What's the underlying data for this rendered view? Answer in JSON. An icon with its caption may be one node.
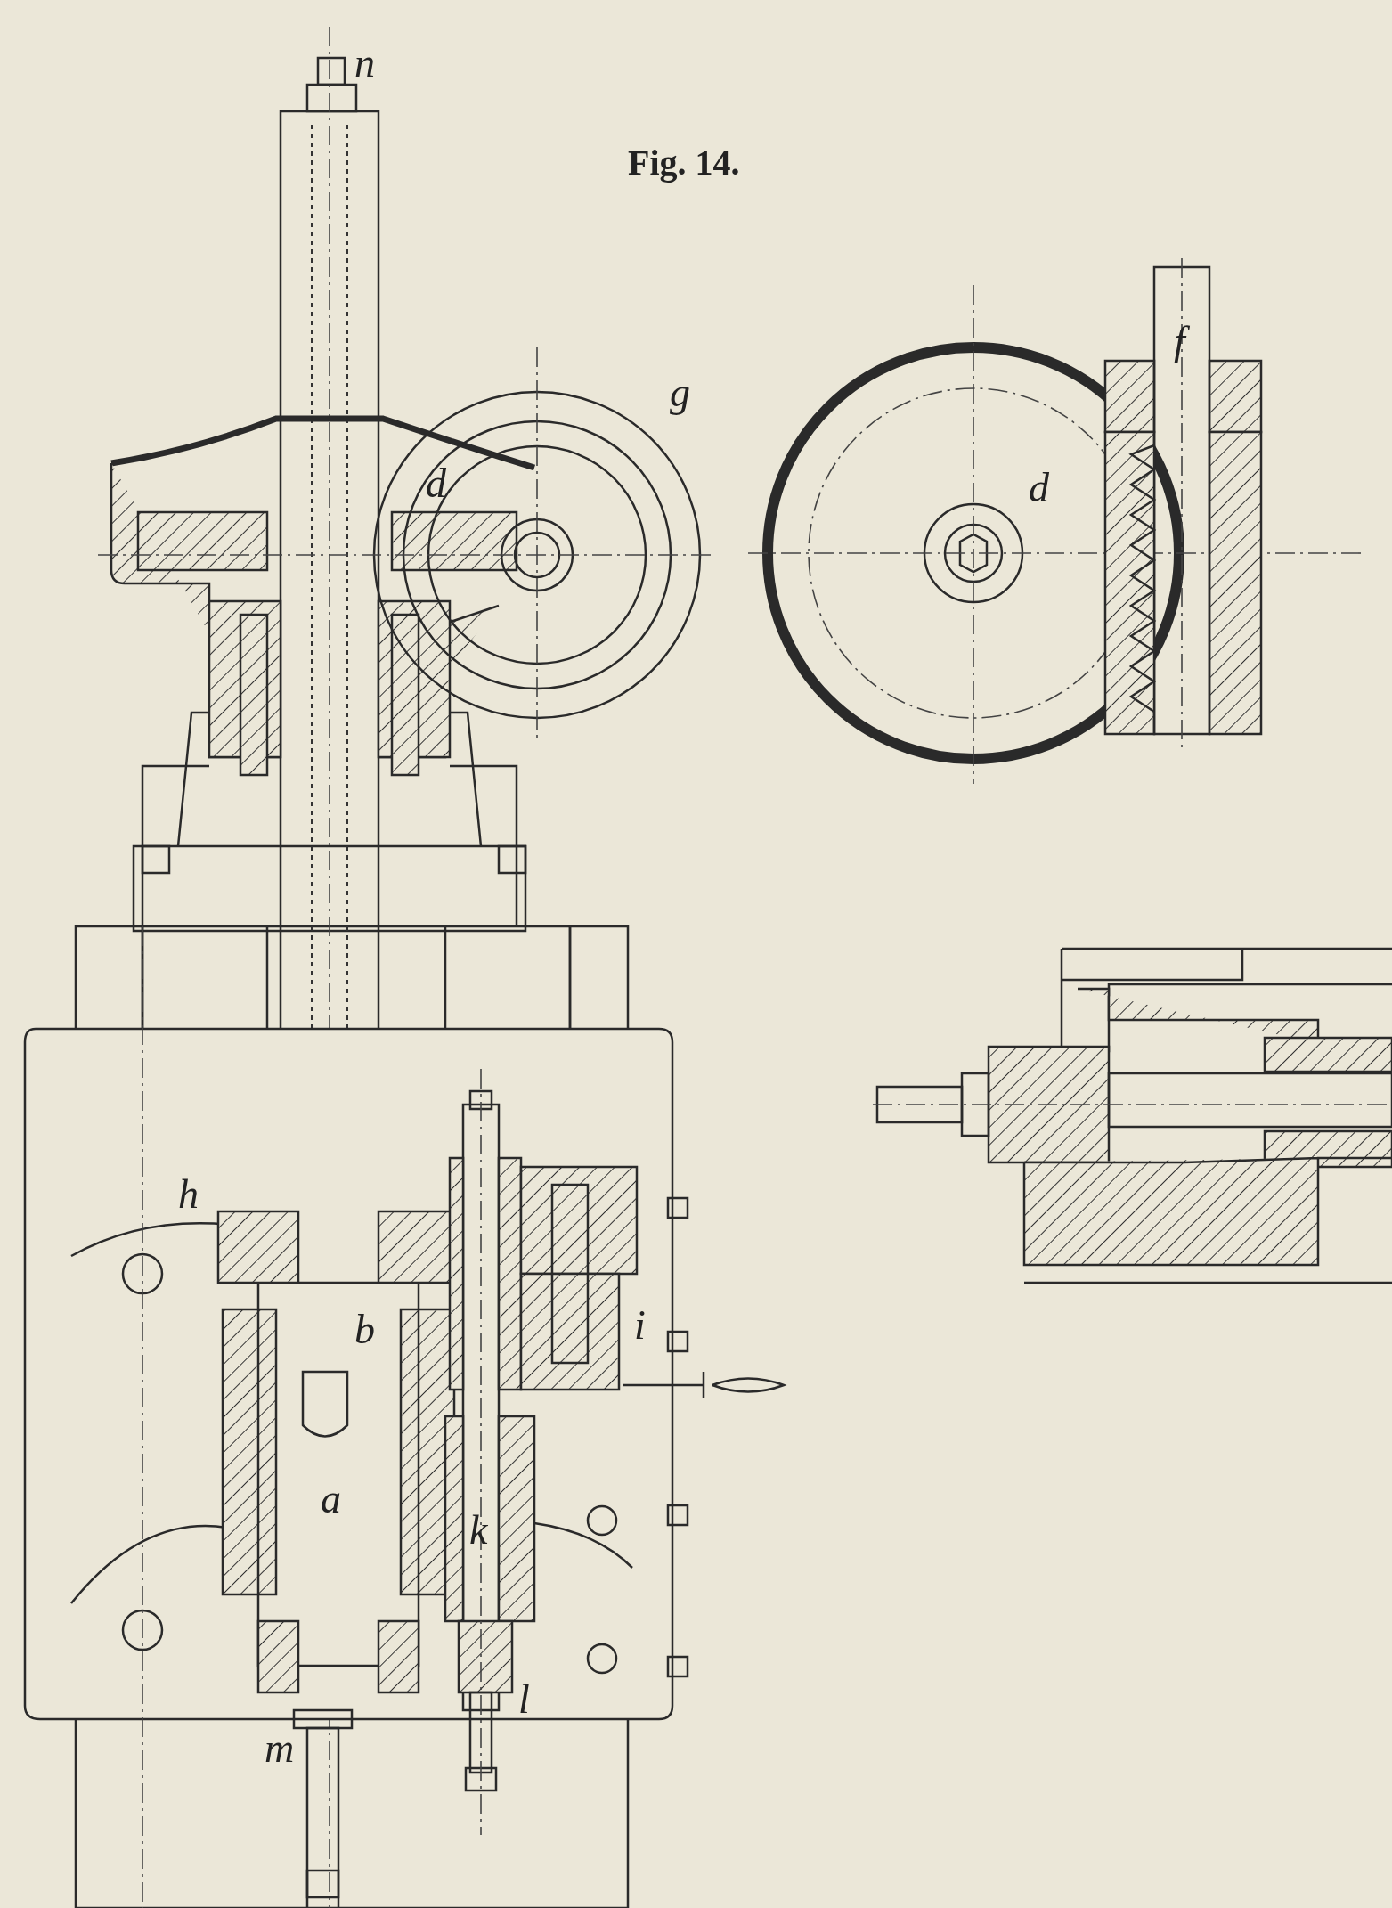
{
  "diagram": {
    "title": "Fig. 14.",
    "labels": [
      "n",
      "f",
      "g",
      "d",
      "d",
      "h",
      "b",
      "i",
      "a",
      "k",
      "l",
      "m"
    ]
  }
}
